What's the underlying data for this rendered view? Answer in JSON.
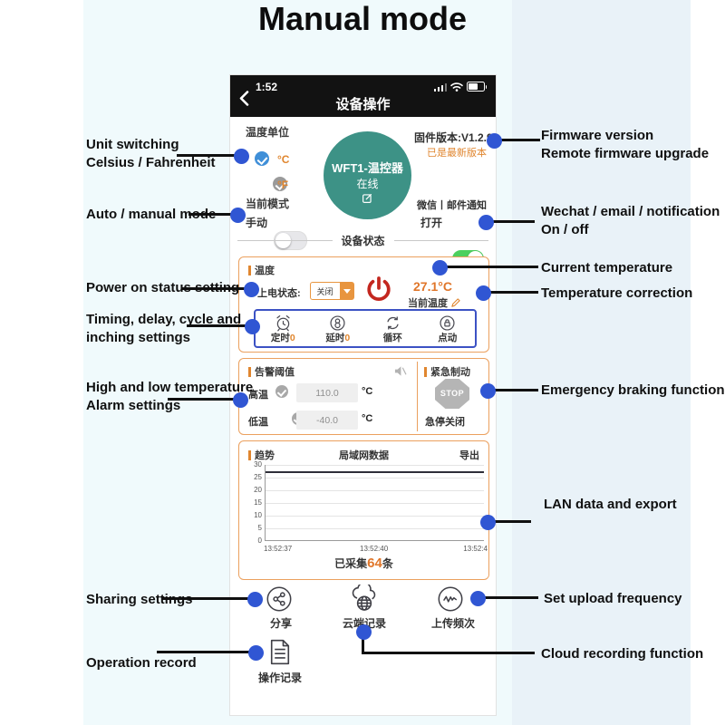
{
  "title": "Manual mode",
  "phone": {
    "statusbar": {
      "time": "1:52"
    },
    "nav": {
      "title": "设备操作"
    },
    "unit": {
      "label": "温度单位",
      "celsius": "°C",
      "fahrenheit": "°F"
    },
    "firmware": {
      "version": "固件版本:V1.2.9",
      "status": "已是最新版本"
    },
    "device": {
      "name": "WFT1-温控器",
      "status": "在线"
    },
    "mode": {
      "label": "当前模式",
      "value": "手动"
    },
    "notify": {
      "label": "微信丨邮件通知",
      "value": "打开"
    },
    "section_divider": "设备状态",
    "temperature": {
      "label": "温度",
      "power_state_label": "上电状态:",
      "power_state_value": "关闭",
      "current_temp": "27.1°C",
      "current_temp_label": "当前温度",
      "timers": [
        {
          "label": "定时",
          "value": "0"
        },
        {
          "label": "延时",
          "value": "0"
        },
        {
          "label": "循环",
          "value": ""
        },
        {
          "label": "点动",
          "value": ""
        }
      ]
    },
    "alarm": {
      "label": "告警阈值",
      "high_label": "高温",
      "high_value": "110.0",
      "high_unit": "°C",
      "low_label": "低温",
      "low_value": "-40.0",
      "low_unit": "°C"
    },
    "brake": {
      "label": "紧急制动",
      "stop_text": "STOP",
      "action": "急停关闭"
    },
    "trend": {
      "label": "趋势",
      "title": "局域网数据",
      "export": "导出",
      "collected_prefix": "已采集",
      "collected_count": "64",
      "collected_suffix": "条"
    },
    "actions": {
      "share": "分享",
      "cloud": "云端记录",
      "upload": "上传频次",
      "record": "操作记录"
    }
  },
  "chart_data": {
    "type": "line",
    "title": "局域网数据",
    "xlabel": "",
    "ylabel": "",
    "ylim": [
      0,
      30
    ],
    "yticks": [
      30,
      25,
      20,
      15,
      10,
      5,
      0
    ],
    "xticks": [
      "13:52:37",
      "13:52:40",
      "13:52:4"
    ],
    "series": [
      {
        "name": "当前温度",
        "values": [
          27.1,
          27.1,
          27.1
        ]
      }
    ],
    "grid": true,
    "legend": false
  },
  "annotations": {
    "left": [
      {
        "line1": "Unit switching",
        "line2": "Celsius / Fahrenheit"
      },
      {
        "line1": "Auto / manual mode",
        "line2": ""
      },
      {
        "line1": "Power on status setting",
        "line2": ""
      },
      {
        "line1": "Timing, delay, cycle and",
        "line2": "inching settings"
      },
      {
        "line1": "High and low temperature",
        "line2": "Alarm settings"
      },
      {
        "line1": "Sharing settings",
        "line2": ""
      },
      {
        "line1": "Operation record",
        "line2": ""
      }
    ],
    "right": [
      {
        "line1": "Firmware version",
        "line2": "Remote firmware upgrade"
      },
      {
        "line1": "Wechat / email / notification",
        "line2": "On / off"
      },
      {
        "line1": "Current temperature",
        "line2": ""
      },
      {
        "line1": "Temperature correction",
        "line2": ""
      },
      {
        "line1": "Emergency braking function",
        "line2": ""
      },
      {
        "line1": "LAN data and export",
        "line2": ""
      },
      {
        "line1": "Set upload frequency",
        "line2": ""
      },
      {
        "line1": "Cloud recording function",
        "line2": ""
      }
    ]
  },
  "colors": {
    "accent_orange": "#e0862f",
    "annotation_dot_blue": "#3056d3",
    "panel_border_orange": "#eba05e",
    "inner_box_blue": "#3c52c4",
    "toggle_on_green": "#4cd05e",
    "device_teal": "#3d9286",
    "power_red": "#c3271f"
  }
}
